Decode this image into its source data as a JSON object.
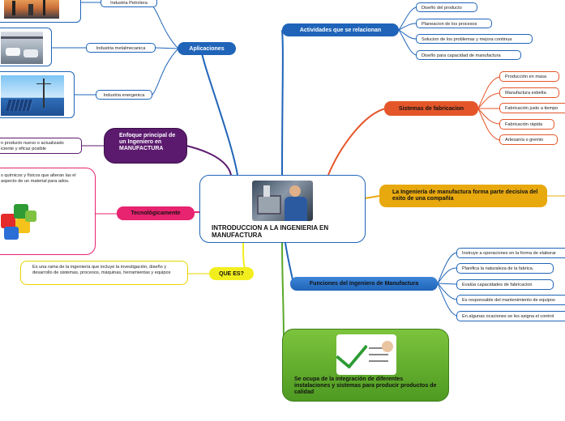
{
  "center": {
    "title": "INTRODUCCION A LA INGENIERIA EN MANUFACTURA"
  },
  "aplicaciones": {
    "label": "Aplicaciones",
    "items": [
      "Industria Petrolera",
      "Industria metalmecanica",
      "Industria energenica"
    ]
  },
  "enfoque": {
    "label": "Enfoque principal de un Ingeniero en MANUFACTURA",
    "text": "n producto nuevo o actualizado iciente y eficaz posible"
  },
  "tecnologicamente": {
    "label": "Tecnológicamente",
    "text": "s químicos y físicos que alteran las el aspecto de un material para ados."
  },
  "que_es": {
    "label": "QUE ES?",
    "text": "Es una rama de la ingeniería que incluye la investigación, diseño y desarrollo de sistemas, procesos, máquinas, herramientas y equipos"
  },
  "actividades": {
    "label": "Actividades que se relacionan",
    "items": [
      "Diseño del producto",
      "Planeacion de los procesos",
      "Solucion de los problemas y mejora continua",
      "Diseño para capacidad de manufactura"
    ]
  },
  "sistemas": {
    "label": "Sistemas de fabricacion",
    "items": [
      "Producción en masa",
      "Manufactura esbelta",
      "Fabricación justo a tiempo",
      "Fabricación rápida",
      "Artesanía o gremio"
    ]
  },
  "la_ingenieria": {
    "label": "La Ingeniería de manufactura  forma parte decisiva del exito de una compañía"
  },
  "funciones": {
    "label": "Funciones del Ingeniero de Manufactura",
    "items": [
      "Instruye a operaciones en la forma de elaborar",
      "Planifica la naturaleza de la fabrica.",
      "Evalúa capacidades de fabricacion",
      "Es responsable del mantenimiento de equipos",
      "En algunas ocaciones se les asigna el control"
    ]
  },
  "ocupa": {
    "label": "Se ocupa de la integración de diferentes instalaciones y sistemas para producir productos de calidad"
  },
  "colors": {
    "blue": "#1f64b8",
    "orange": "#e4562a",
    "gold": "#e8a90f",
    "purple": "#5c1a6e",
    "pink": "#e8236f",
    "yellow": "#f2ee1e",
    "green": "#5aa82a"
  },
  "icons": [
    "factory-photo",
    "car-factory-photo",
    "solar-power-photo",
    "machinist-photo",
    "puzzle-icon",
    "checklist-icon"
  ]
}
